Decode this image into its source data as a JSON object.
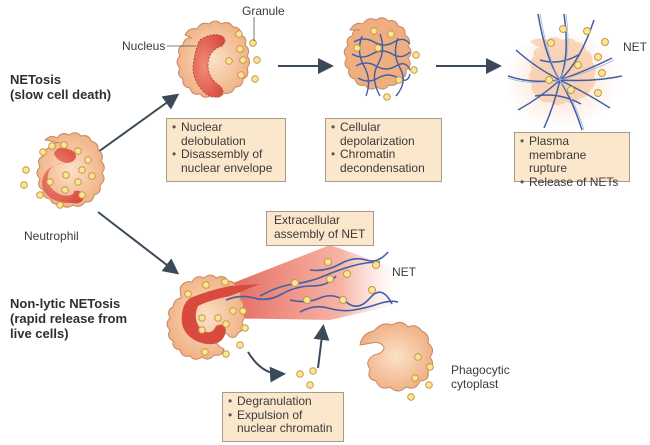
{
  "diagram": {
    "pathways": {
      "netosis": {
        "title_line1": "NETosis",
        "title_line2": "(slow cell death)"
      },
      "nonlytic": {
        "title_line1": "Non-lytic NETosis",
        "title_line2": "(rapid release from",
        "title_line3": "live cells)"
      }
    },
    "labels": {
      "granule": "Granule",
      "nucleus": "Nucleus",
      "neutrophil": "Neutrophil",
      "net_top": "NET",
      "net_bottom": "NET",
      "phagocytic_line1": "Phagocytic",
      "phagocytic_line2": "cytoplast"
    },
    "boxes": {
      "step1": {
        "items": [
          [
            "Nuclear",
            "delobulation"
          ],
          [
            "Disassembly of",
            "nuclear envelope"
          ]
        ]
      },
      "step2": {
        "items": [
          [
            "Cellular",
            "depolarization"
          ],
          [
            "Chromatin",
            "decondensation"
          ]
        ]
      },
      "step3": {
        "items": [
          [
            "Plasma membrane",
            "rupture"
          ],
          [
            "Release of NETs"
          ]
        ]
      },
      "extracellular": {
        "line1": "Extracellular",
        "line2": "assembly of NET"
      },
      "degranulation": {
        "items": [
          [
            "Degranulation"
          ],
          [
            "Expulsion of",
            "nuclear chromatin"
          ]
        ]
      }
    },
    "colors": {
      "cell_fill": "#f3b98e",
      "cell_stroke": "#c48a64",
      "nucleus": "#e0574a",
      "granule_fill": "#fbe39a",
      "granule_stroke": "#c59a3d",
      "dna": "#3f5fa8",
      "arrow": "#3b4a5a",
      "box_fill": "#fbe7cc"
    }
  }
}
